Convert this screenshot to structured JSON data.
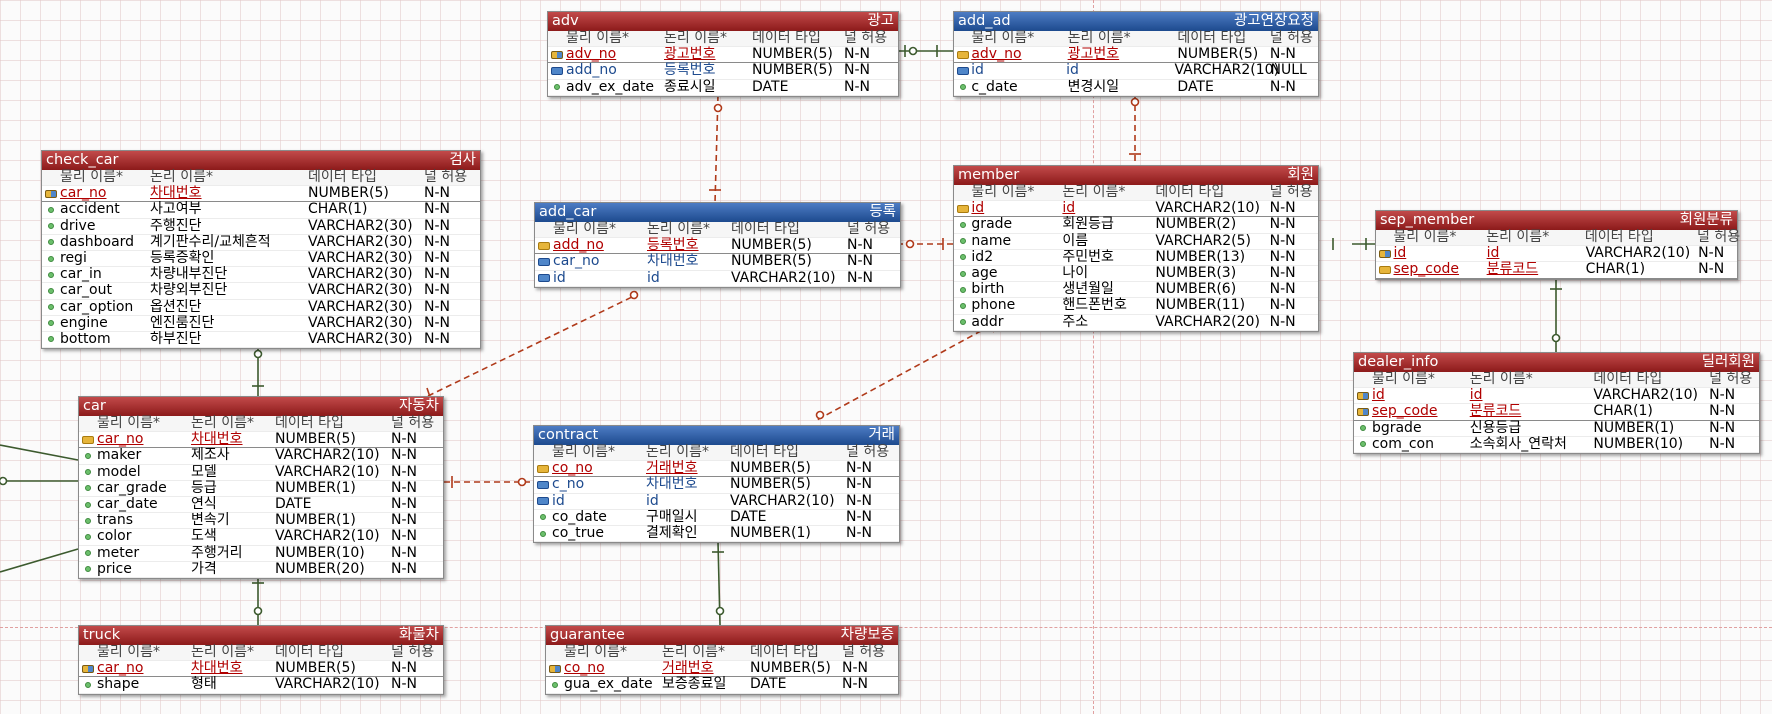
{
  "column_headers": {
    "physical": "물리 이름*",
    "logical": "논리 이름*",
    "datatype": "데이터 타입",
    "nullable": "널 허용"
  },
  "colors": {
    "red_header": "#9c2424",
    "blue_header": "#2b5a9e",
    "identifying_line": "#3c5a2e",
    "nonidentifying_line": "#b03a1a"
  },
  "entities": {
    "adv": {
      "name": "adv",
      "label": "광고",
      "theme": "red",
      "columns": [
        {
          "phy": "adv_no",
          "log": "광고번호",
          "type": "NUMBER(5)",
          "null": "N-N",
          "key": "pkfk"
        },
        {
          "phy": "add_no",
          "log": "등록번호",
          "type": "NUMBER(5)",
          "null": "N-N",
          "key": "fk"
        },
        {
          "phy": "adv_ex_date",
          "log": "종료시일",
          "type": "DATE",
          "null": "N-N",
          "key": ""
        }
      ]
    },
    "add_ad": {
      "name": "add_ad",
      "label": "광고연장요청",
      "theme": "blue",
      "columns": [
        {
          "phy": "adv_no",
          "log": "광고번호",
          "type": "NUMBER(5)",
          "null": "N-N",
          "key": "pk"
        },
        {
          "phy": "id",
          "log": "id",
          "type": "VARCHAR2(10)",
          "null": "NULL",
          "key": "fk"
        },
        {
          "phy": "c_date",
          "log": "변경시일",
          "type": "DATE",
          "null": "N-N",
          "key": ""
        }
      ]
    },
    "check_car": {
      "name": "check_car",
      "label": "검사",
      "theme": "red",
      "columns": [
        {
          "phy": "car_no",
          "log": "차대번호",
          "type": "NUMBER(5)",
          "null": "N-N",
          "key": "pkfk"
        },
        {
          "phy": "accident",
          "log": "사고여부",
          "type": "CHAR(1)",
          "null": "N-N",
          "key": ""
        },
        {
          "phy": "drive",
          "log": "주행진단",
          "type": "VARCHAR2(30)",
          "null": "N-N",
          "key": ""
        },
        {
          "phy": "dashboard",
          "log": "계기판수리/교체흔적",
          "type": "VARCHAR2(30)",
          "null": "N-N",
          "key": ""
        },
        {
          "phy": "regi",
          "log": "등록증확인",
          "type": "VARCHAR2(30)",
          "null": "N-N",
          "key": ""
        },
        {
          "phy": "car_in",
          "log": "차량내부진단",
          "type": "VARCHAR2(30)",
          "null": "N-N",
          "key": ""
        },
        {
          "phy": "car_out",
          "log": "차량외부진단",
          "type": "VARCHAR2(30)",
          "null": "N-N",
          "key": ""
        },
        {
          "phy": "car_option",
          "log": "옵션진단",
          "type": "VARCHAR2(30)",
          "null": "N-N",
          "key": ""
        },
        {
          "phy": "engine",
          "log": "엔진룸진단",
          "type": "VARCHAR2(30)",
          "null": "N-N",
          "key": ""
        },
        {
          "phy": "bottom",
          "log": "하부진단",
          "type": "VARCHAR2(30)",
          "null": "N-N",
          "key": ""
        }
      ]
    },
    "add_car": {
      "name": "add_car",
      "label": "등록",
      "theme": "blue",
      "columns": [
        {
          "phy": "add_no",
          "log": "등록번호",
          "type": "NUMBER(5)",
          "null": "N-N",
          "key": "pk"
        },
        {
          "phy": "car_no",
          "log": "차대번호",
          "type": "NUMBER(5)",
          "null": "N-N",
          "key": "fk"
        },
        {
          "phy": "id",
          "log": "id",
          "type": "VARCHAR2(10)",
          "null": "N-N",
          "key": "fk"
        }
      ]
    },
    "member": {
      "name": "member",
      "label": "회원",
      "theme": "red",
      "columns": [
        {
          "phy": "id",
          "log": "id",
          "type": "VARCHAR2(10)",
          "null": "N-N",
          "key": "pk"
        },
        {
          "phy": "grade",
          "log": "회원등급",
          "type": "NUMBER(2)",
          "null": "N-N",
          "key": ""
        },
        {
          "phy": "name",
          "log": "이름",
          "type": "VARCHAR2(5)",
          "null": "N-N",
          "key": ""
        },
        {
          "phy": "id2",
          "log": "주민번호",
          "type": "NUMBER(13)",
          "null": "N-N",
          "key": ""
        },
        {
          "phy": "age",
          "log": "나이",
          "type": "NUMBER(3)",
          "null": "N-N",
          "key": ""
        },
        {
          "phy": "birth",
          "log": "생년월일",
          "type": "NUMBER(6)",
          "null": "N-N",
          "key": ""
        },
        {
          "phy": "phone",
          "log": "핸드폰번호",
          "type": "NUMBER(11)",
          "null": "N-N",
          "key": ""
        },
        {
          "phy": "addr",
          "log": "주소",
          "type": "VARCHAR2(20)",
          "null": "N-N",
          "key": ""
        }
      ]
    },
    "sep_member": {
      "name": "sep_member",
      "label": "회원분류",
      "theme": "red",
      "columns": [
        {
          "phy": "id",
          "log": "id",
          "type": "VARCHAR2(10)",
          "null": "N-N",
          "key": "pkfk"
        },
        {
          "phy": "sep_code",
          "log": "분류코드",
          "type": "CHAR(1)",
          "null": "N-N",
          "key": "pk"
        }
      ]
    },
    "dealer_info": {
      "name": "dealer_info",
      "label": "딜러회원",
      "theme": "red",
      "columns": [
        {
          "phy": "id",
          "log": "id",
          "type": "VARCHAR2(10)",
          "null": "N-N",
          "key": "pkfk"
        },
        {
          "phy": "sep_code",
          "log": "분류코드",
          "type": "CHAR(1)",
          "null": "N-N",
          "key": "pkfk"
        },
        {
          "phy": "bgrade",
          "log": "신용등급",
          "type": "NUMBER(1)",
          "null": "N-N",
          "key": ""
        },
        {
          "phy": "com_con",
          "log": "소속회사_연락처",
          "type": "NUMBER(10)",
          "null": "N-N",
          "key": ""
        }
      ]
    },
    "car": {
      "name": "car",
      "label": "자동차",
      "theme": "red",
      "columns": [
        {
          "phy": "car_no",
          "log": "차대번호",
          "type": "NUMBER(5)",
          "null": "N-N",
          "key": "pk"
        },
        {
          "phy": "maker",
          "log": "제조사",
          "type": "VARCHAR2(10)",
          "null": "N-N",
          "key": ""
        },
        {
          "phy": "model",
          "log": "모델",
          "type": "VARCHAR2(10)",
          "null": "N-N",
          "key": ""
        },
        {
          "phy": "car_grade",
          "log": "등급",
          "type": "NUMBER(1)",
          "null": "N-N",
          "key": ""
        },
        {
          "phy": "car_date",
          "log": "연식",
          "type": "DATE",
          "null": "N-N",
          "key": ""
        },
        {
          "phy": "trans",
          "log": "변속기",
          "type": "NUMBER(1)",
          "null": "N-N",
          "key": ""
        },
        {
          "phy": "color",
          "log": "도색",
          "type": "VARCHAR2(10)",
          "null": "N-N",
          "key": ""
        },
        {
          "phy": "meter",
          "log": "주행거리",
          "type": "NUMBER(10)",
          "null": "N-N",
          "key": ""
        },
        {
          "phy": "price",
          "log": "가격",
          "type": "NUMBER(20)",
          "null": "N-N",
          "key": ""
        }
      ]
    },
    "contract": {
      "name": "contract",
      "label": "거래",
      "theme": "blue",
      "columns": [
        {
          "phy": "co_no",
          "log": "거래번호",
          "type": "NUMBER(5)",
          "null": "N-N",
          "key": "pk"
        },
        {
          "phy": "c_no",
          "log": "차대번호",
          "type": "NUMBER(5)",
          "null": "N-N",
          "key": "fk"
        },
        {
          "phy": "id",
          "log": "id",
          "type": "VARCHAR2(10)",
          "null": "N-N",
          "key": "fk"
        },
        {
          "phy": "co_date",
          "log": "구매일시",
          "type": "DATE",
          "null": "N-N",
          "key": ""
        },
        {
          "phy": "co_true",
          "log": "결제확인",
          "type": "NUMBER(1)",
          "null": "N-N",
          "key": ""
        }
      ]
    },
    "truck": {
      "name": "truck",
      "label": "화물차",
      "theme": "red",
      "columns": [
        {
          "phy": "car_no",
          "log": "차대번호",
          "type": "NUMBER(5)",
          "null": "N-N",
          "key": "pkfk"
        },
        {
          "phy": "shape",
          "log": "형태",
          "type": "VARCHAR2(10)",
          "null": "N-N",
          "key": ""
        }
      ]
    },
    "guarantee": {
      "name": "guarantee",
      "label": "차량보증",
      "theme": "red",
      "columns": [
        {
          "phy": "co_no",
          "log": "거래번호",
          "type": "NUMBER(5)",
          "null": "N-N",
          "key": "pkfk"
        },
        {
          "phy": "gua_ex_date",
          "log": "보증종료일",
          "type": "DATE",
          "null": "N-N",
          "key": ""
        }
      ]
    }
  }
}
